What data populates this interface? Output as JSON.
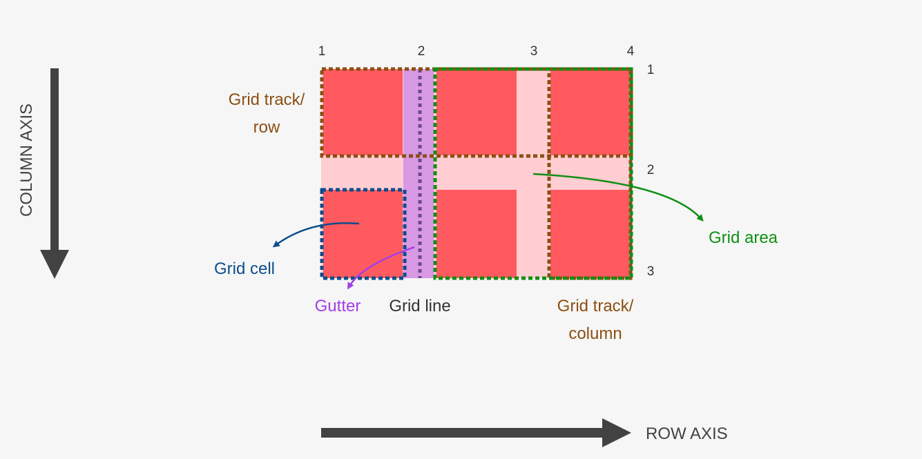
{
  "colors": {
    "background": "#f6f6f6",
    "cell": "#ff5a5f",
    "gutter_fill": "#ffcdd2",
    "gutter_highlight": "#d898e4",
    "grid_line": "#6b4a86",
    "track": "#8b4f12",
    "area": "#0f8f14",
    "cell_outline": "#0d4d8c",
    "gutter_label": "#a13ee8",
    "axis": "#424242",
    "text": "#333333"
  },
  "column_line_numbers": [
    "1",
    "2",
    "3",
    "4"
  ],
  "row_line_numbers": [
    "1",
    "2",
    "3"
  ],
  "labels": {
    "track_row_line1": "Grid track/",
    "track_row_line2": "row",
    "track_col_line1": "Grid track/",
    "track_col_line2": "column",
    "grid_cell": "Grid cell",
    "gutter": "Gutter",
    "grid_line": "Grid line",
    "grid_area": "Grid area",
    "column_axis": "COLUMN AXIS",
    "row_axis": "ROW AXIS"
  }
}
